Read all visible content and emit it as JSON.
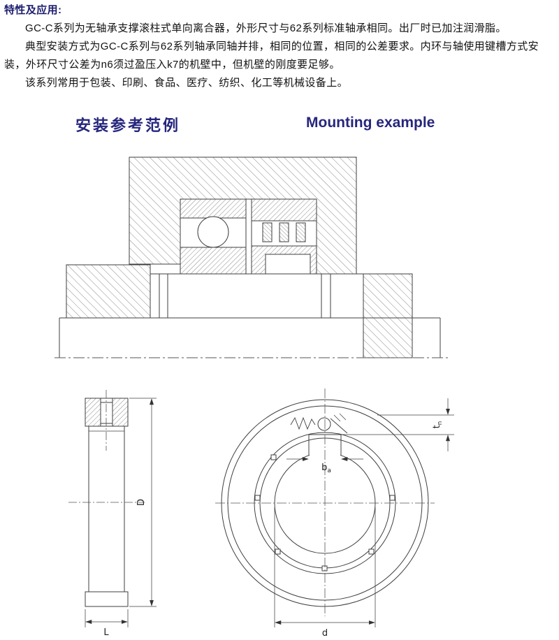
{
  "document": {
    "section_title": "特性及应用:",
    "paragraphs": [
      "GC-C系列为无轴承支撑滚柱式单向离合器，外形尺寸与62系列标准轴承相同。出厂时已加注润滑脂。",
      "典型安装方式为GC-C系列与62系列轴承同轴并排，相同的位置，相同的公差要求。内环与轴使用键槽方式安装，外环尺寸公差为n6须过盈压入k7的机壁中，但机壁的刚度要足够。",
      "该系列常用于包装、印刷、食品、医疗、纺织、化工等机械设备上。"
    ],
    "headings": {
      "zh": "安装参考范例",
      "en": "Mounting example"
    }
  },
  "drawing": {
    "dim_outer_diameter": "D",
    "dim_length": "L",
    "dim_bore": "d",
    "dim_keyway_width": "b",
    "dim_keyway_width_sub": "a",
    "dim_keyway_depth": "t",
    "dim_keyway_depth_sub": "n"
  },
  "colors": {
    "heading_navy": "#26267d",
    "body_text": "#111111",
    "drawing_line": "#3f3f3f",
    "background": "#ffffff"
  }
}
